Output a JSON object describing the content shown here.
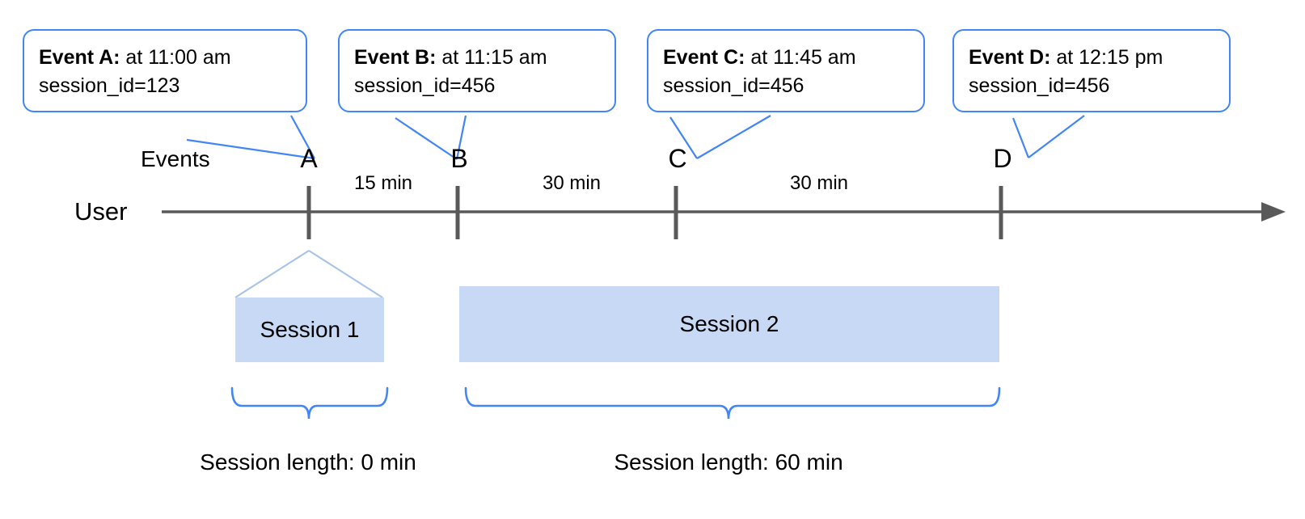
{
  "diagram": {
    "title_row_label": "Events",
    "axis_label": "User",
    "accent_color": "#4285f4",
    "axis_color": "#595959",
    "session_fill": "#c7d9f5",
    "callouts": [
      {
        "name": "event-a",
        "bold": "Event A:",
        "rest": " at 11:00 am",
        "line2": "session_id=123"
      },
      {
        "name": "event-b",
        "bold": "Event B:",
        "rest": " at 11:15 am",
        "line2": "session_id=456"
      },
      {
        "name": "event-c",
        "bold": "Event C:",
        "rest": " at 11:45 am",
        "line2": "session_id=456"
      },
      {
        "name": "event-d",
        "bold": "Event D:",
        "rest": " at 12:15 pm",
        "line2": "session_id=456"
      }
    ],
    "ticks": [
      {
        "label": "A"
      },
      {
        "label": "B"
      },
      {
        "label": "C"
      },
      {
        "label": "D"
      }
    ],
    "gaps": [
      {
        "label": "15 min"
      },
      {
        "label": "30 min"
      },
      {
        "label": "30 min"
      }
    ],
    "sessions": [
      {
        "label": "Session 1"
      },
      {
        "label": "Session 2"
      }
    ],
    "session_lengths": [
      {
        "label": "Session length: 0 min"
      },
      {
        "label": "Session length: 60 min"
      }
    ]
  }
}
